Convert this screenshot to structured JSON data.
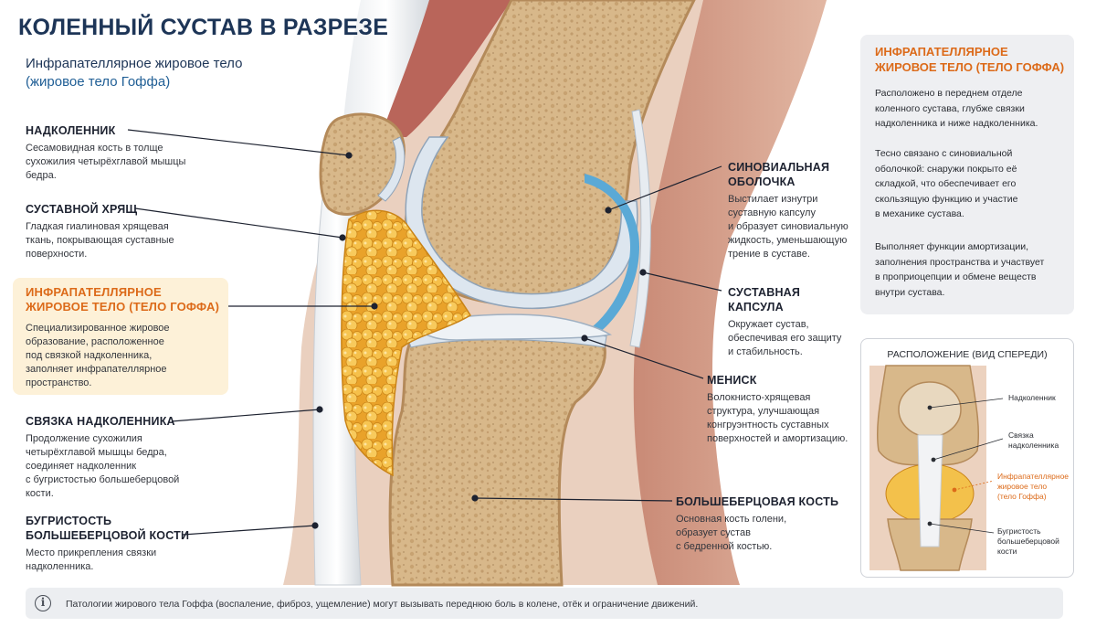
{
  "title": "КОЛЕННЫЙ СУСТАВ В РАЗРЕЗЕ",
  "subtitle": {
    "line1": "Инфрапателлярное жировое тело",
    "line2": "(жировое тело Гоффа)"
  },
  "left_labels": [
    {
      "title": "НАДКОЛЕННИК",
      "desc": [
        "Сесамовидная кость в толще",
        "сухожилия четырёхглавой мышцы",
        "бедра."
      ]
    },
    {
      "title": "СУСТАВНОЙ ХРЯЩ",
      "desc": [
        "Гладкая гиалиновая хрящевая",
        "ткань, покрывающая суставные",
        "поверхности."
      ]
    },
    {
      "title": [
        "ИНФРАПАТЕЛЛЯРНОЕ",
        "ЖИРОВОЕ ТЕЛО (ТЕЛО ГОФФА)"
      ],
      "desc": [
        "Специализированное жировое",
        "образование, расположенное",
        "под связкой надколенника,",
        "заполняет инфрапателлярное",
        "пространство."
      ]
    },
    {
      "title": "СВЯЗКА НАДКОЛЕННИКА",
      "desc": [
        "Продолжение сухожилия",
        "четырёхглавой мышцы бедра,",
        "соединяет надколенник",
        "с бугристостью большеберцовой",
        "кости."
      ]
    },
    {
      "title": [
        "БУГРИСТОСТЬ",
        "БОЛЬШЕБЕРЦОВОЙ КОСТИ"
      ],
      "desc": [
        "Место прикрепления связки",
        "надколенника."
      ]
    }
  ],
  "right_labels": [
    {
      "title": [
        "СИНОВИАЛЬНАЯ",
        "ОБОЛОЧКА"
      ],
      "desc": [
        "Выстилает изнутри",
        "суставную капсулу",
        "и образует синовиальную",
        "жидкость, уменьшающую",
        "трение в суставе."
      ]
    },
    {
      "title": "СУСТАВНАЯ КАПСУЛА",
      "desc": [
        "Окружает сустав,",
        "обеспечивая его защиту",
        "и стабильность."
      ]
    },
    {
      "title": "МЕНИСК",
      "desc": [
        "Волокнисто-хрящевая",
        "структура, улучшающая",
        "конгруэнтность суставных",
        "поверхностей и амортизацию."
      ]
    },
    {
      "title": "БОЛЬШЕБЕРЦОВАЯ КОСТЬ",
      "desc": [
        "Основная кость голени,",
        "образует сустав",
        "с бедренной костью."
      ]
    }
  ],
  "info_panel": {
    "title": [
      "ИНФРАПАТЕЛЛЯРНОЕ",
      "ЖИРОВОЕ ТЕЛО (ТЕЛО ГОФФА)"
    ],
    "paragraphs": [
      [
        "Расположено в переднем отделе",
        "коленного сустава, глубже связки",
        "надколенника и ниже надколенника."
      ],
      [
        "Тесно связано с синовиальной",
        "оболочкой: снаружи покрыто её",
        "складкой, что обеспечивает его",
        "скользящую функцию и участие",
        "в механике сустава."
      ],
      [
        "Выполняет функции амортизации,",
        "заполнения пространства и участвует",
        "в проприоцепции и обмене веществ",
        "внутри сустава."
      ]
    ]
  },
  "location_panel": {
    "title": "РАСПОЛОЖЕНИЕ (ВИД СПЕРЕДИ)",
    "labels": [
      [
        "Надколенник"
      ],
      [
        "Связка",
        "надколенника"
      ],
      [
        "Инфрапателлярное",
        "жировое тело",
        "(тело Гоффа)"
      ],
      [
        "Бугристость",
        "большеберцовой",
        "кости"
      ]
    ]
  },
  "footer": {
    "icon": "info-icon",
    "text": "Патологии жирового тела Гоффа (воспаление, фиброз, ущемление) могут вызывать переднюю боль в колене, отёк и ограничение движений."
  },
  "colors": {
    "title": "#1d3557",
    "accent": "#dc6a19",
    "highlight_bg": "#fdf1d8",
    "panel_bg": "#eeeff2",
    "bone": "#d9b98a",
    "fat": "#f2b93b",
    "cartilage": "#dfe8f1",
    "synovium": "#5aa9d6"
  }
}
